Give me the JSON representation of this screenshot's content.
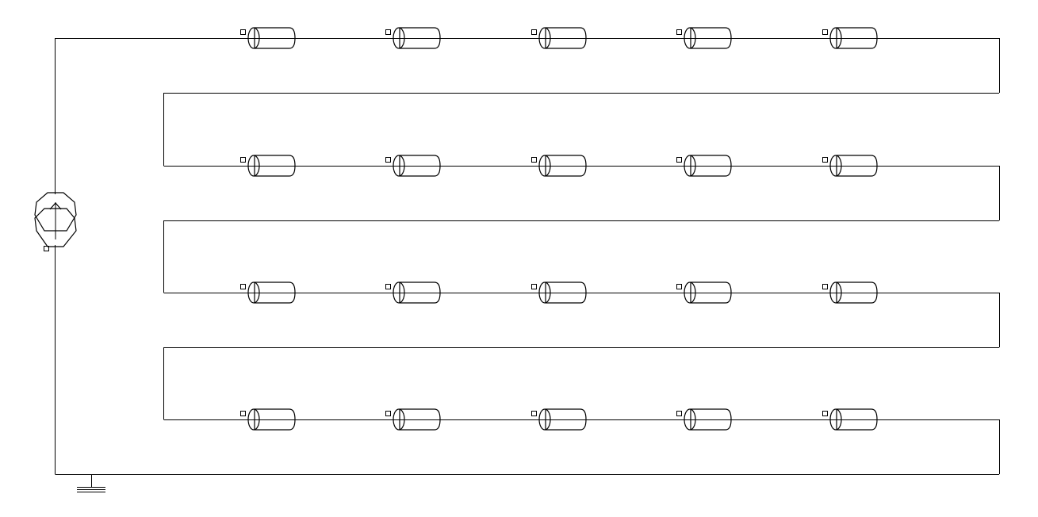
{
  "diagram": {
    "type": "circuit-schematic",
    "rows": 4,
    "elements_per_row": 5,
    "element_kind": "transmission-line",
    "source_kind": "current-source",
    "has_ground": true,
    "colors": {
      "background": "#ffffff",
      "stroke": "#000000"
    }
  }
}
